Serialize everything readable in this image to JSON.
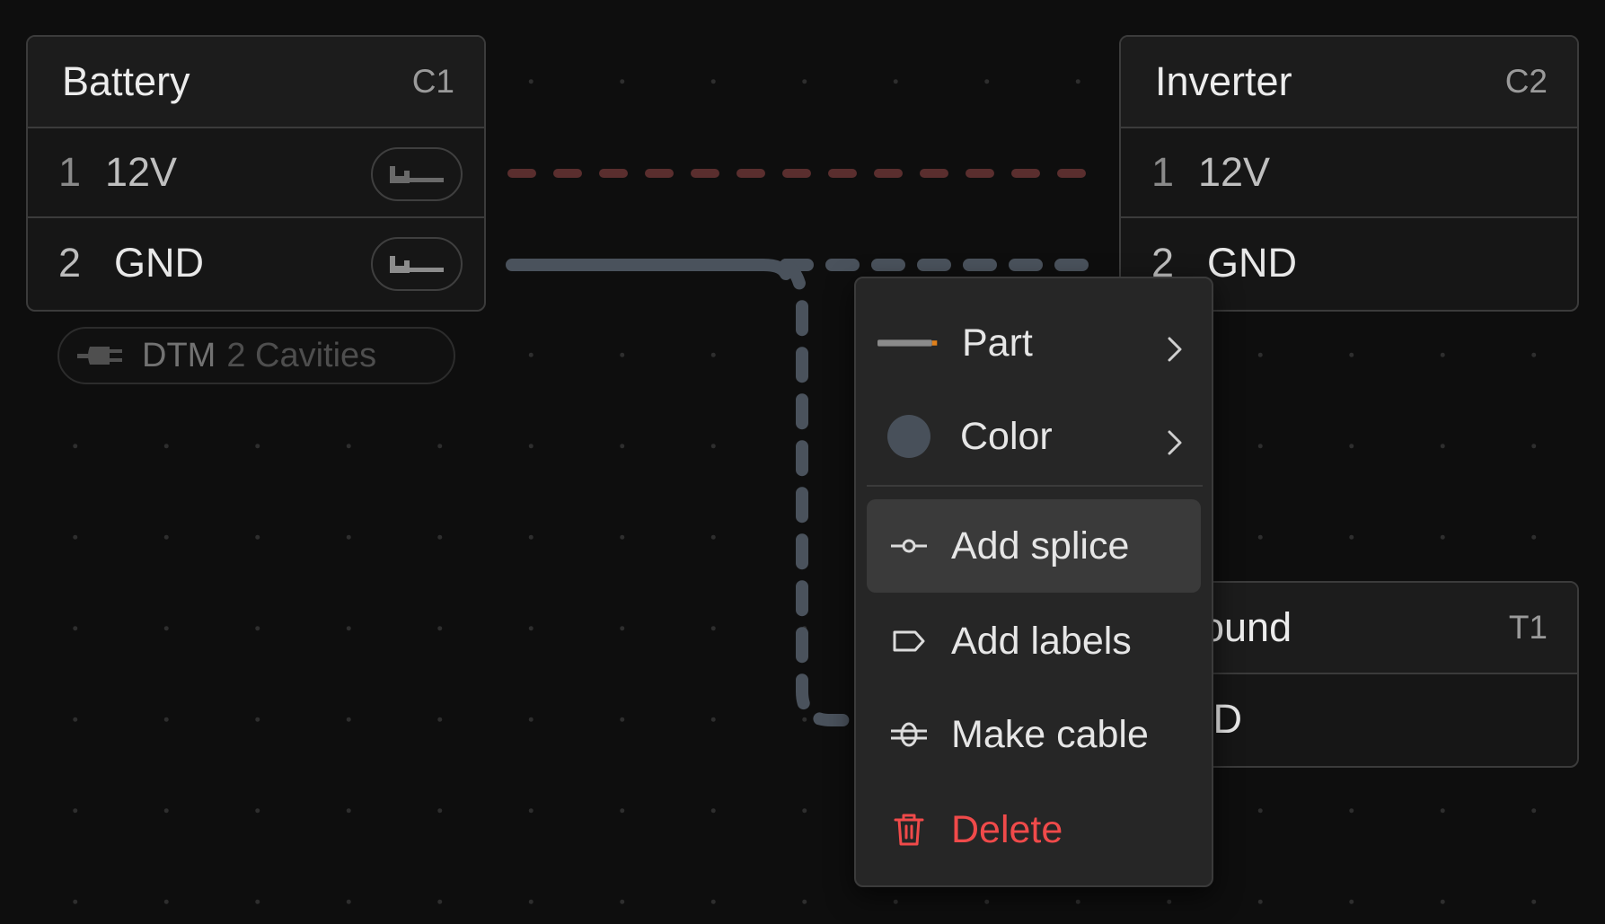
{
  "nodes": {
    "battery": {
      "title": "Battery",
      "code": "C1",
      "pins": [
        {
          "num": "1",
          "label": "12V"
        },
        {
          "num": "2",
          "label": "GND"
        }
      ],
      "connector": {
        "name": "DTM",
        "detail": "2 Cavities"
      }
    },
    "inverter": {
      "title": "Inverter",
      "code": "C2",
      "pins": [
        {
          "num": "1",
          "label": "12V"
        },
        {
          "num": "2",
          "label": "GND"
        }
      ]
    },
    "ground": {
      "title": "ound",
      "code": "T1",
      "pins": [
        {
          "label": "ID"
        }
      ]
    }
  },
  "context_menu": {
    "part_label": "Part",
    "color_label": "Color",
    "add_splice_label": "Add splice",
    "add_labels_label": "Add labels",
    "make_cable_label": "Make cable",
    "delete_label": "Delete"
  },
  "colors": {
    "wire_red": "#5a2e2e",
    "wire_gray": "#4a525c",
    "swatch": "#48505a",
    "delete": "#f04a4a",
    "accent_orange": "#e0801a"
  },
  "icons": {
    "terminal": "terminal-icon",
    "plug": "plug-icon",
    "part": "wire-part-icon",
    "splice": "splice-icon",
    "label": "tag-icon",
    "cable": "cable-icon",
    "trash": "trash-icon",
    "chevron": "chevron-right-icon"
  }
}
